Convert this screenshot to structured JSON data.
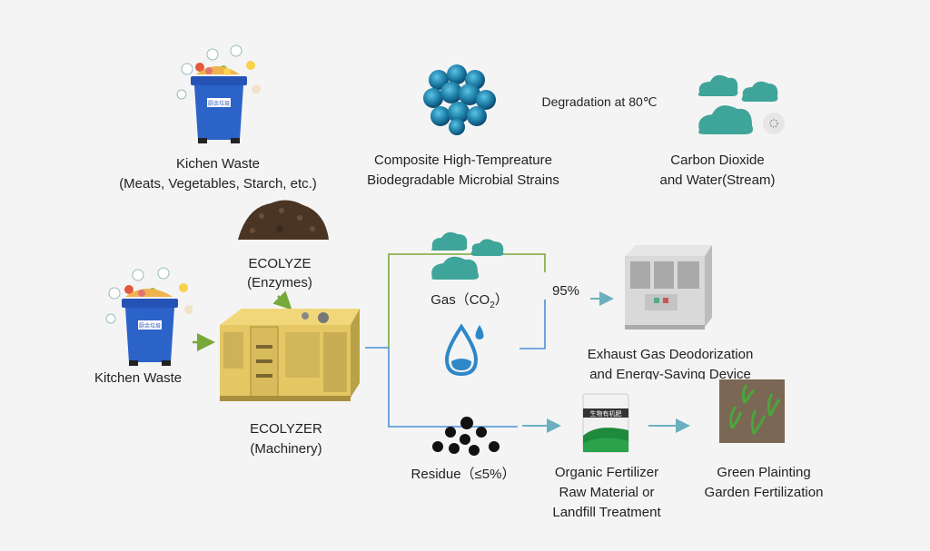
{
  "top": {
    "kitchen_waste_title": "Kichen Waste",
    "kitchen_waste_detail": "(Meats, Vegetables, Starch, etc.)",
    "strains_line1": "Composite High-Tempreature",
    "strains_line2": "Biodegradable Microbial Strains",
    "degradation": "Degradation at 80℃",
    "output_line1": "Carbon Dioxide",
    "output_line2": "and Water(Stream)"
  },
  "flow": {
    "ecolyze_line1": "ECOLYZE",
    "ecolyze_line2": "(Enzymes)",
    "kitchen_waste": "Kitchen Waste",
    "ecolyzer_line1": "ECOLYZER",
    "ecolyzer_line2": "(Machinery)",
    "gas_label": "Gas（CO",
    "gas_sub": "2",
    "gas_close": "）",
    "percent": "95%",
    "exhaust_line1": "Exhaust Gas Deodorization",
    "exhaust_line2": "and Energy-Saving Device",
    "residue": "Residue（≤5%）",
    "fertilizer_line1": "Organic Fertilizer",
    "fertilizer_line2": "Raw Material or",
    "fertilizer_line3": "Landfill Treatment",
    "planting_line1": "Green Plainting",
    "planting_line2": "Garden Fertilization",
    "bin_tag": "厨余垃圾",
    "bag_tag": "生物有机肥"
  },
  "colors": {
    "bin": "#2b63c8",
    "cloud": "#3fa49a",
    "strain": "#1d7fa8",
    "arrow_green": "#77a83a",
    "line_blue": "#4a90d6",
    "water": "#2e88c8",
    "machine": "#e5c763"
  }
}
